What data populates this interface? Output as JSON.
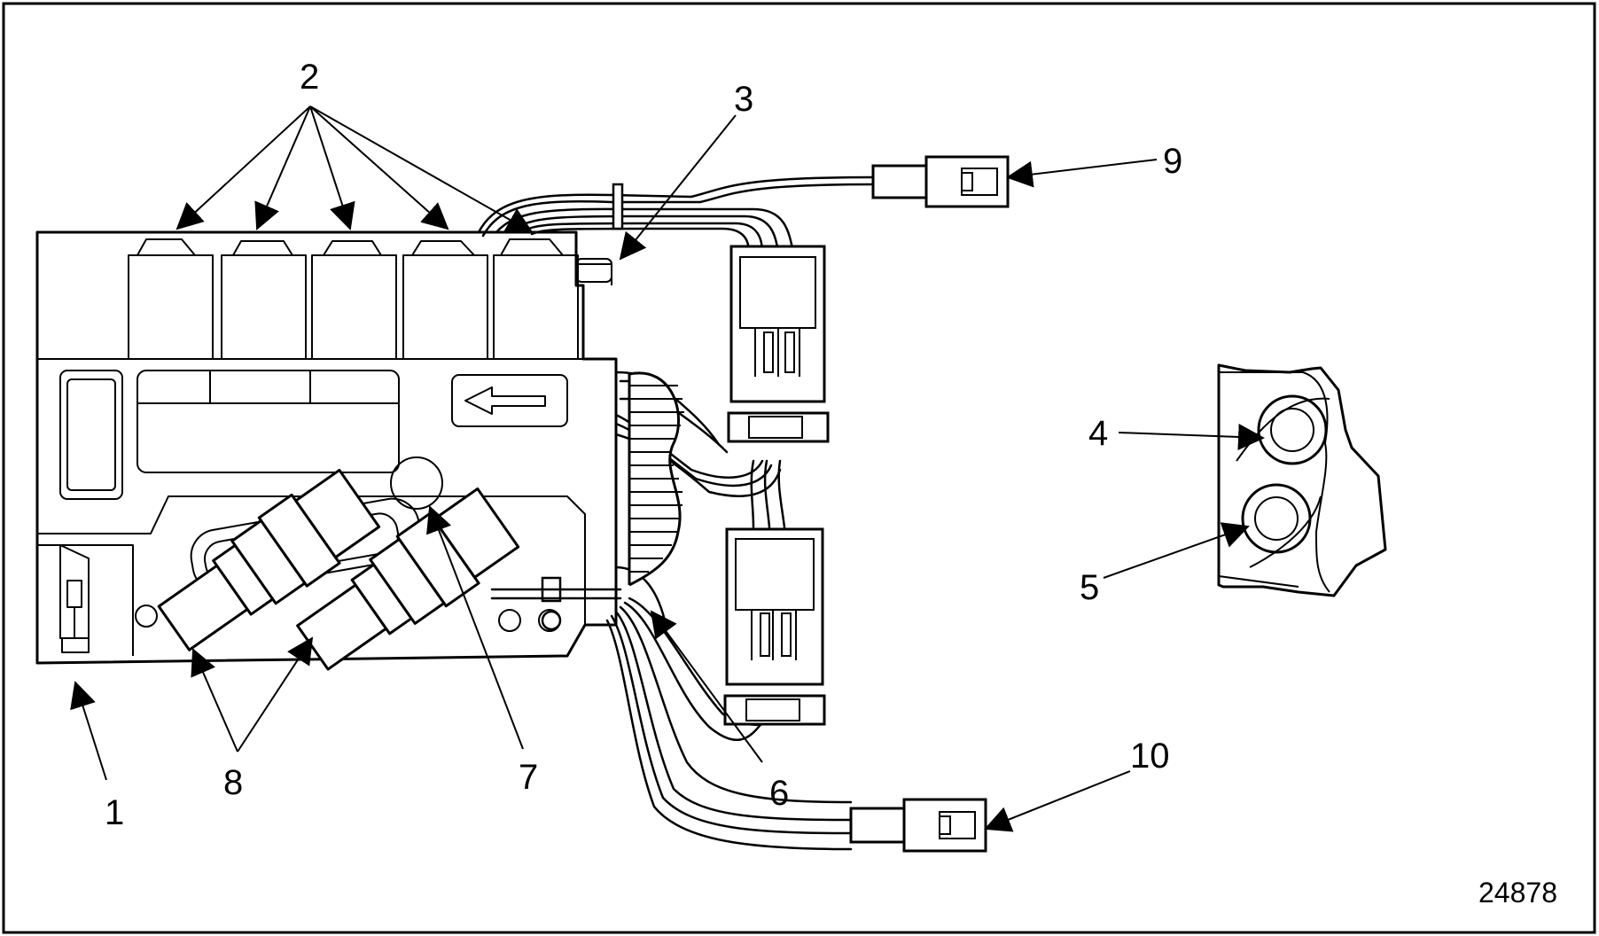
{
  "diagram": {
    "figure_number": "24878",
    "callouts": {
      "c1": "1",
      "c2": "2",
      "c3": "3",
      "c4": "4",
      "c5": "5",
      "c6": "6",
      "c7": "7",
      "c8": "8",
      "c9": "9",
      "c10": "10"
    },
    "colors": {
      "line": "#000000",
      "background": "#ffffff"
    }
  }
}
